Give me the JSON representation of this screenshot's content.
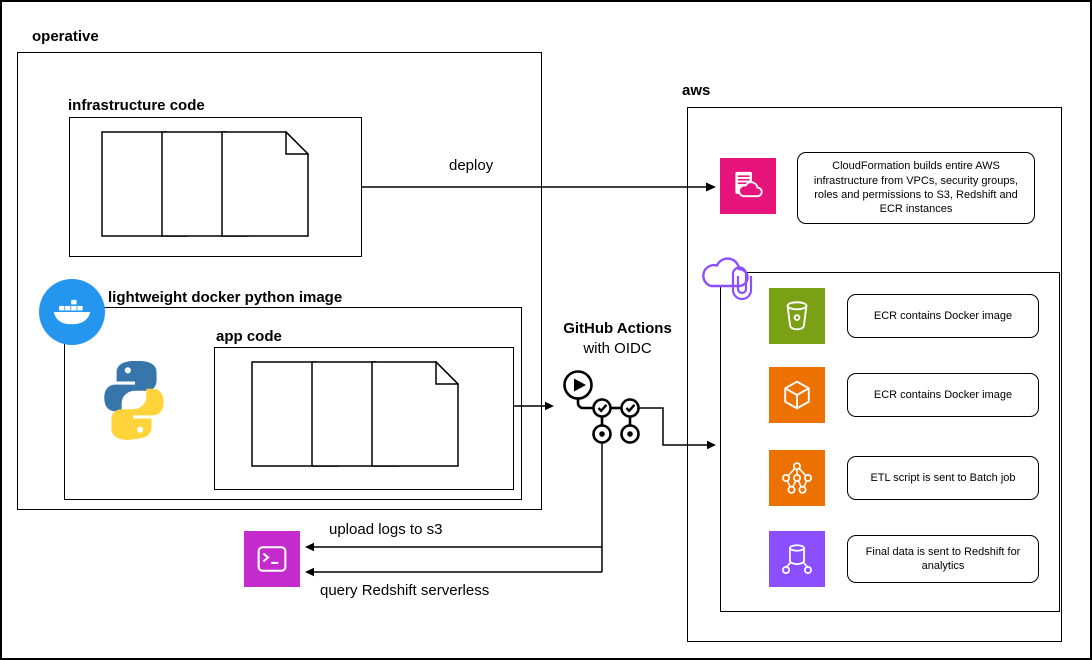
{
  "groups": {
    "operative": {
      "label": "operative"
    },
    "aws": {
      "label": "aws"
    },
    "infrastructure_code": {
      "label": "infrastructure code"
    },
    "docker_image": {
      "label": "lightweight docker python image"
    },
    "app_code": {
      "label": "app code"
    }
  },
  "github_actions": {
    "title": "GitHub Actions",
    "subtitle": "with OIDC"
  },
  "edges": {
    "deploy": "deploy",
    "upload_logs": "upload logs to s3",
    "query_redshift": "query Redshift serverless"
  },
  "cloudformation_note": "CloudFormation builds entire AWS infrastructure from VPCs, security groups, roles and permissions to S3, Redshift and ECR instances",
  "aws_rows": [
    {
      "icon": "s3-bucket-icon",
      "color": "#7AA116",
      "text": "ECR contains Docker image"
    },
    {
      "icon": "ecr-container-icon",
      "color": "#ED7100",
      "text": "ECR contains Docker image"
    },
    {
      "icon": "batch-nodes-icon",
      "color": "#ED7100",
      "text": "ETL script is sent to Batch job"
    },
    {
      "icon": "redshift-database-icon",
      "color": "#8C4FFF",
      "text": "Final data is sent to Redshift for analytics"
    }
  ],
  "icons": {
    "cloudformation": "cloudformation-icon",
    "docker": "docker-whale-icon",
    "python": "python-logo-icon",
    "github_actions": "github-actions-workflow-icon",
    "terminal": "terminal-shell-icon",
    "vpc": "vpc-cloud-paperclip-icon",
    "documents": "document-stack-icon"
  },
  "colors": {
    "cloudformation_pink": "#E7157B",
    "docker_blue": "#2496ED",
    "python_blue": "#3776AB",
    "python_yellow": "#FFD43B",
    "terminal_purple": "#C32BCC",
    "vpc_purple": "#8C4FFF",
    "s3_green": "#7AA116",
    "compute_orange": "#ED7100",
    "redshift_purple": "#8C4FFF",
    "line_black": "#000000"
  }
}
